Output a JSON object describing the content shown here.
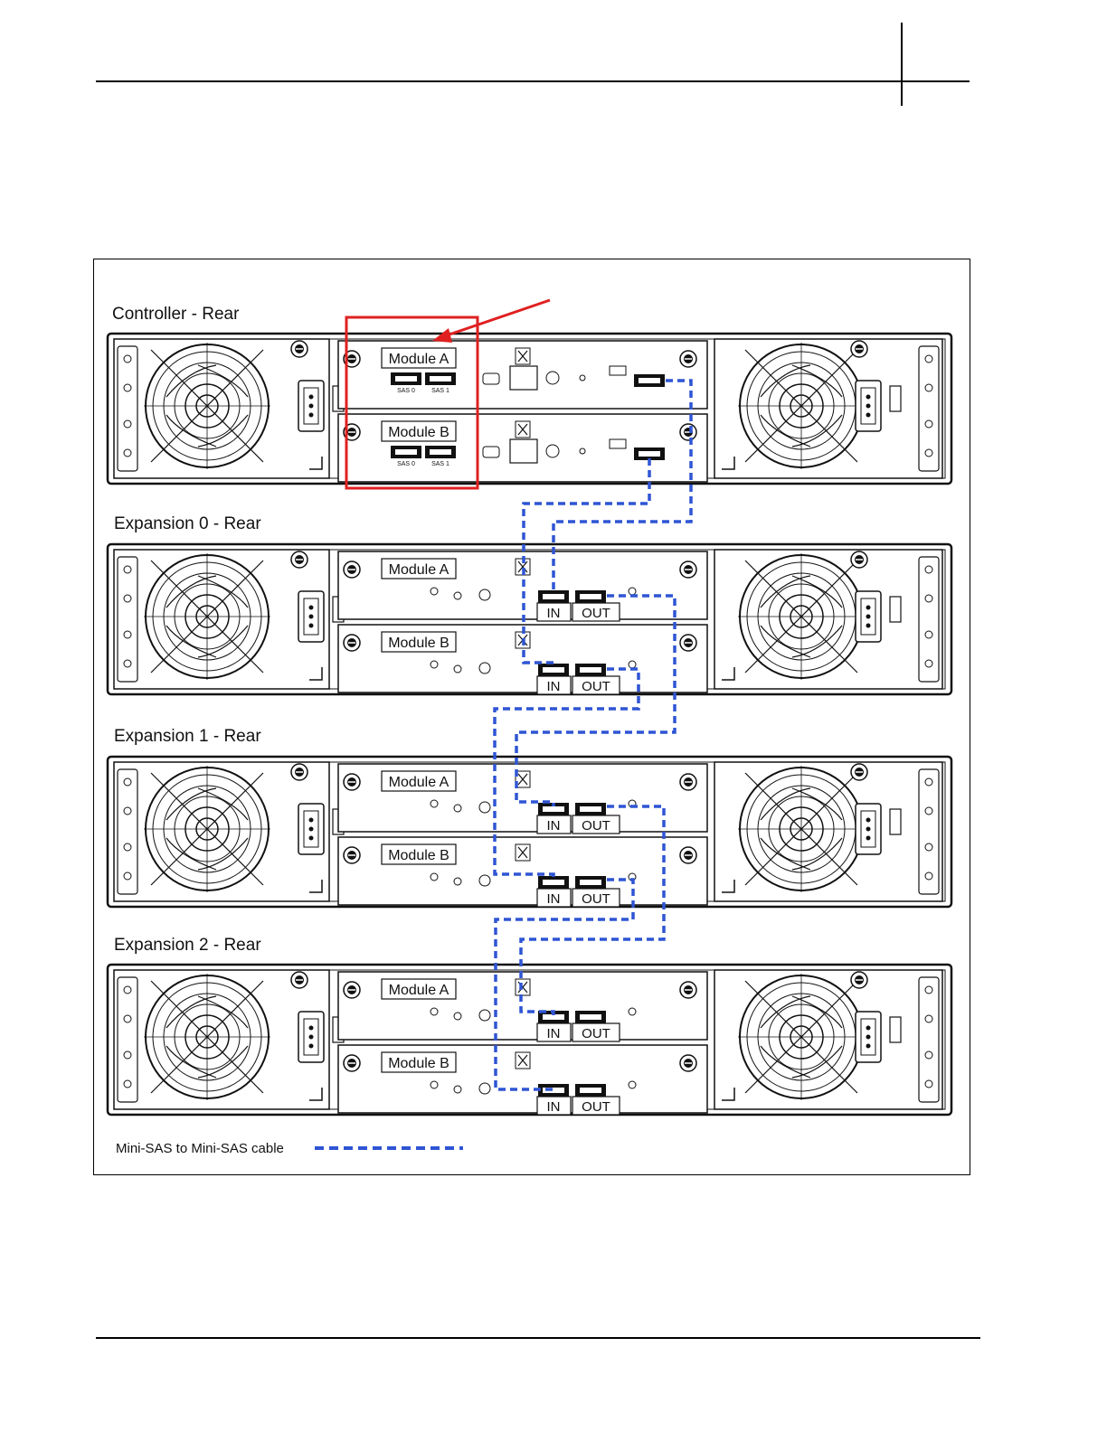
{
  "enclosures": [
    {
      "title": "Controller  - Rear",
      "kind": "controller",
      "modules": [
        "Module A",
        "Module B"
      ],
      "sas_ports": [
        "SAS 0",
        "SAS 1"
      ]
    },
    {
      "title": "Expansion 0 - Rear",
      "kind": "expansion",
      "modules": [
        "Module A",
        "Module B"
      ],
      "ports": [
        "IN",
        "OUT"
      ]
    },
    {
      "title": "Expansion 1 - Rear",
      "kind": "expansion",
      "modules": [
        "Module A",
        "Module B"
      ],
      "ports": [
        "IN",
        "OUT"
      ]
    },
    {
      "title": "Expansion 2 - Rear",
      "kind": "expansion",
      "modules": [
        "Module A",
        "Module B"
      ],
      "ports": [
        "IN",
        "OUT"
      ]
    }
  ],
  "legend": {
    "label": "Mini-SAS to Mini-SAS cable",
    "line_style": "dashed"
  },
  "colors": {
    "cable": "#2f55d4",
    "highlight": "#e02020",
    "outline": "#111111"
  },
  "icons": [
    "fan-grille-icon",
    "power-inlet-icon",
    "thumbscrew-icon",
    "callout-arrow-icon"
  ]
}
